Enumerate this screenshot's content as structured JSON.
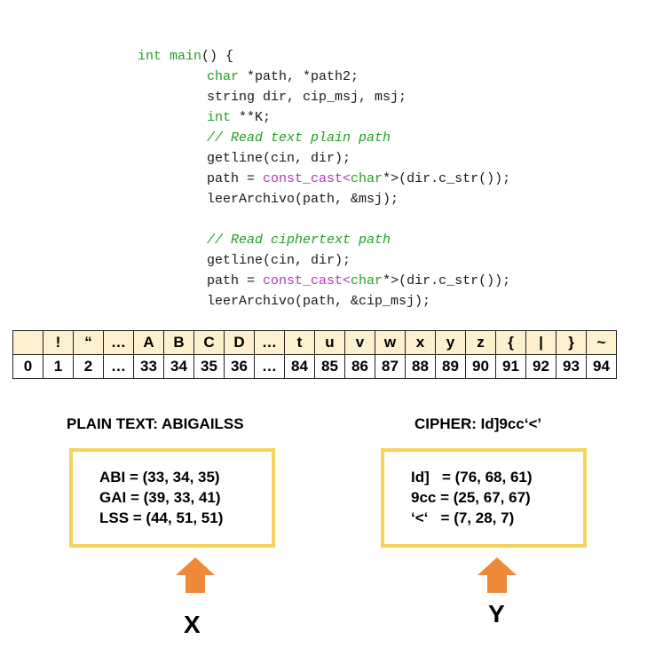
{
  "code": {
    "header": "int main() {",
    "l1": "*path, *path2;",
    "l2": "string dir, cip_msj, msj;",
    "l3": "**K;",
    "c1": "// Read text plain path",
    "l4": "getline(cin, dir);",
    "l5a": "path = ",
    "l5b": "const_cast",
    "l5c": "<",
    "l5d": "char",
    "l5e": "*>(dir.c_str());",
    "l6": "leerArchivo(path, &msj);",
    "c2": "// Read ciphertext path",
    "l7": "getline(cin, dir);",
    "l8a": "path = ",
    "l8b": "const_cast",
    "l8c": "<",
    "l8d": "char",
    "l8e": "*>(dir.c_str());",
    "l9": "leerArchivo(path, &cip_msj);",
    "kw_int": "int",
    "kw_char": "char",
    "kw_main": "main"
  },
  "mapping_table": {
    "chars": [
      "",
      "!",
      "“",
      "…",
      "A",
      "B",
      "C",
      "D",
      "…",
      "t",
      "u",
      "v",
      "w",
      "x",
      "y",
      "z",
      "{",
      "|",
      "}",
      "~"
    ],
    "codes": [
      "0",
      "1",
      "2",
      "…",
      "33",
      "34",
      "35",
      "36",
      "…",
      "84",
      "85",
      "86",
      "87",
      "88",
      "89",
      "90",
      "91",
      "92",
      "93",
      "94"
    ]
  },
  "plain": {
    "heading": "PLAIN TEXT: ABIGAILSS",
    "rows": [
      "ABI = (33, 34, 35)",
      "GAI = (39, 33, 41)",
      "LSS = (44, 51, 51)"
    ],
    "label": "X"
  },
  "cipher": {
    "heading": "CIPHER: Id]9cc‘<’",
    "rows": [
      "Id]   = (76, 68, 61)",
      "9cc = (25, 67, 67)",
      "‘<‘   = (7, 28, 7)"
    ],
    "label": "Y"
  },
  "colors": {
    "box_border": "#f7d35c",
    "arrow": "#f0883a",
    "code_green": "#22a022",
    "code_purple": "#b03ab8",
    "table_header_bg": "#fdf0cf"
  }
}
